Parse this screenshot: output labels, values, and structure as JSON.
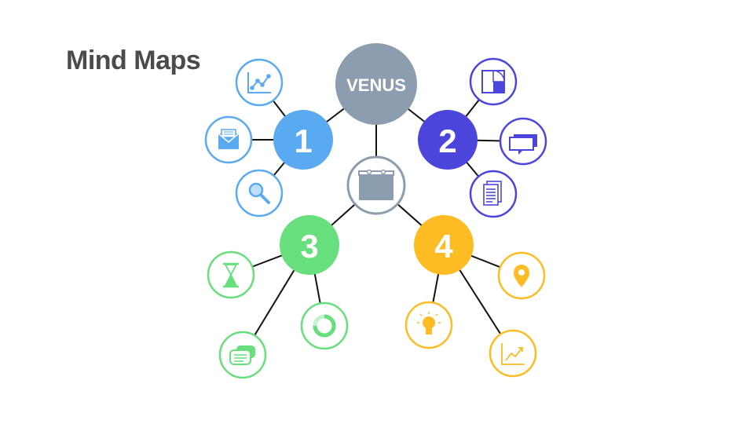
{
  "slide": {
    "title": "Mind Maps"
  },
  "center": {
    "label": "VENUS",
    "color": "#8c9daf"
  },
  "branches": [
    {
      "number": "1",
      "color": "#5aaaf2",
      "leaves": [
        "line-chart-icon",
        "envelope-icon",
        "magnifier-icon"
      ]
    },
    {
      "number": "2",
      "color": "#4c45dc",
      "leaves": [
        "pie-chart-icon",
        "speech-bubble-icon",
        "documents-icon"
      ]
    },
    {
      "number": "3",
      "color": "#66df7c",
      "leaves": [
        "hourglass-icon",
        "chat-bubbles-icon",
        "donut-chart-icon"
      ]
    },
    {
      "number": "4",
      "color": "#fdbb24",
      "leaves": [
        "location-pin-icon",
        "lightbulb-icon",
        "trend-chart-icon"
      ]
    }
  ],
  "hub": {
    "icon": "calendar-icon",
    "color": "#8c9daf"
  },
  "colors": {
    "line": "#111111",
    "title": "#4b4b4b"
  }
}
